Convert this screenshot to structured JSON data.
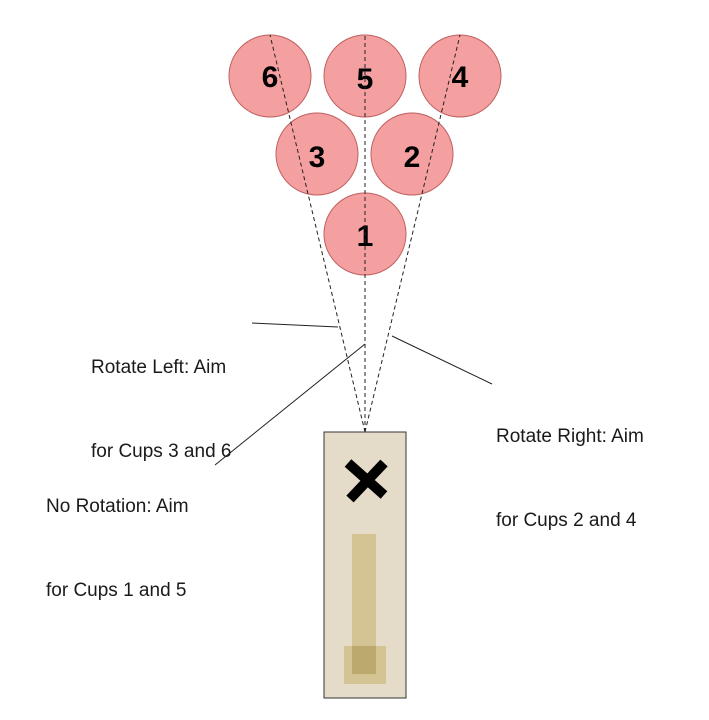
{
  "cups": [
    {
      "number": "6"
    },
    {
      "number": "5"
    },
    {
      "number": "4"
    },
    {
      "number": "3"
    },
    {
      "number": "2"
    },
    {
      "number": "1"
    }
  ],
  "labels": {
    "rotate_left": [
      "Rotate Left: Aim",
      "for Cups 3 and 6"
    ],
    "rotate_right": [
      "Rotate Right: Aim",
      "for Cups 2 and 4"
    ],
    "no_rotation": [
      "No Rotation: Aim",
      "for Cups 1 and 5"
    ]
  },
  "colors": {
    "cup_fill": "#f4a0a0",
    "cup_stroke": "#c06060",
    "board_fill": "#e4dcc8",
    "board_stroke": "#333333",
    "slot_fill": "#d4c494",
    "slot_base": "#bca96e"
  },
  "icons": {
    "board_mark": "x-mark-icon"
  }
}
